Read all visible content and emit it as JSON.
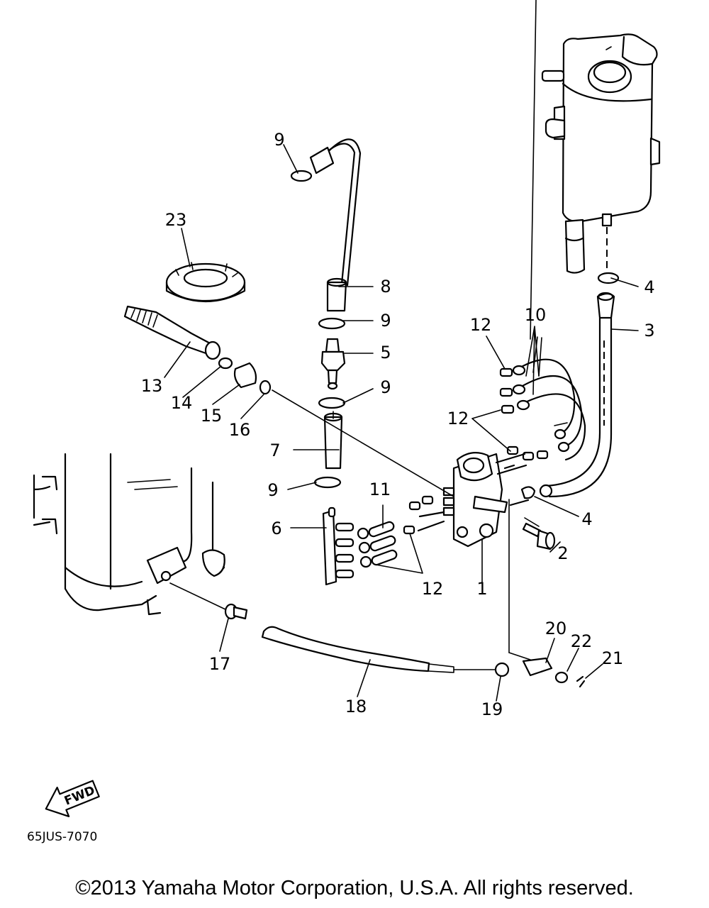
{
  "diagram": {
    "code": "65JUS-7070",
    "copyright": "©2013 Yamaha Motor Corporation, U.S.A. All rights reserved.",
    "direction_label": "FWD",
    "callouts": {
      "c1": "1",
      "c2": "2",
      "c3": "3",
      "c4a": "4",
      "c4b": "4",
      "c5": "5",
      "c6": "6",
      "c7": "7",
      "c8": "8",
      "c9a": "9",
      "c9b": "9",
      "c9c": "9",
      "c9d": "9",
      "c10": "10",
      "c11": "11",
      "c12a": "12",
      "c12b": "12",
      "c12c": "12",
      "c13": "13",
      "c14": "14",
      "c15": "15",
      "c16": "16",
      "c17": "17",
      "c18": "18",
      "c19": "19",
      "c20": "20",
      "c21": "21",
      "c22": "22",
      "c23": "23"
    }
  }
}
